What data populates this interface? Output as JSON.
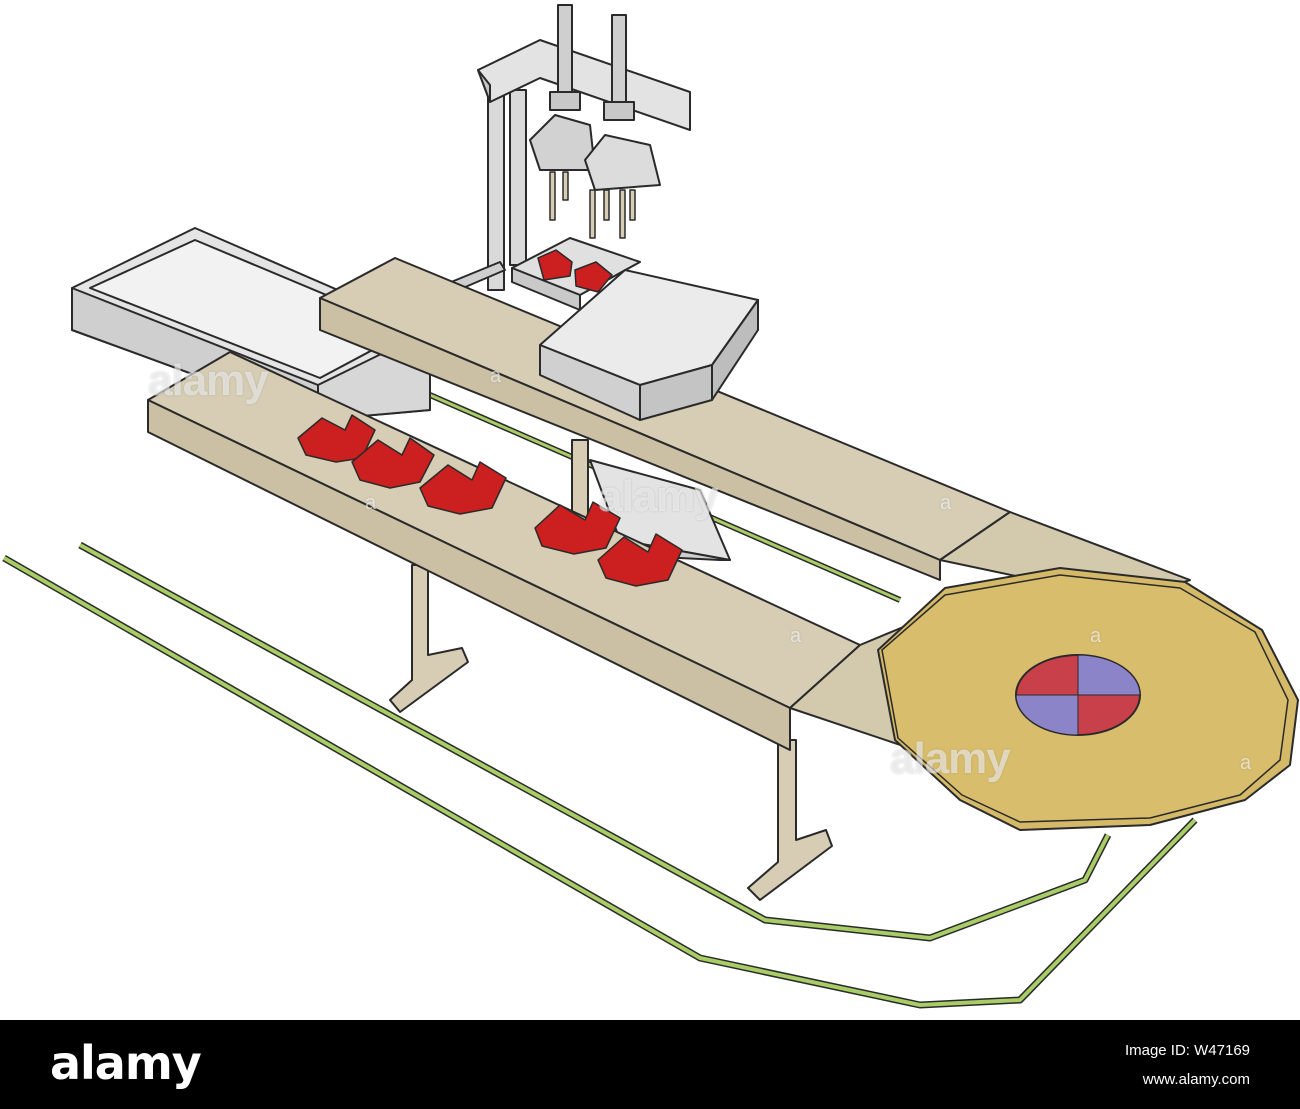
{
  "image": {
    "description_colors": {
      "belt": "#d6cdb4",
      "belt_side": "#cbc0a3",
      "belt_dark": "#b7ab8c",
      "metal": "#dcdcdc",
      "metal_dark": "#bdbdbd",
      "shoe": "#cc1f1f",
      "disc": "#d4b968",
      "rail": "#a8cc66",
      "disc_red": "#c8404a",
      "disc_blue": "#8b84c8"
    }
  },
  "watermarks": {
    "main": "alamy",
    "small": "a"
  },
  "footer": {
    "logo": "alamy",
    "image_id_label": "Image ID: W47169",
    "url": "www.alamy.com"
  }
}
